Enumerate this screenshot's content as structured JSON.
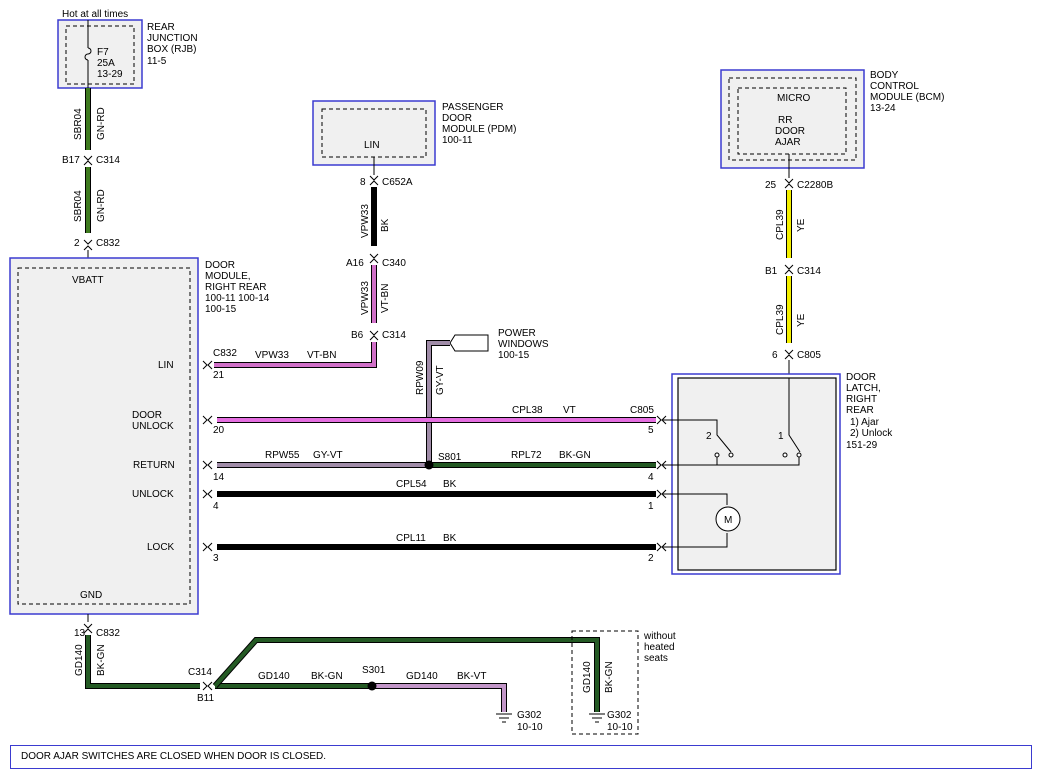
{
  "supply": {
    "label": "Hot at all times"
  },
  "rjb": {
    "line1": "REAR",
    "line2": "JUNCTION",
    "line3": "BOX (RJB)",
    "ref": "11-5",
    "fuse": "F7",
    "amp": "25A",
    "fuse_ref": "13-29"
  },
  "pdm": {
    "line1": "PASSENGER",
    "line2": "DOOR",
    "line3": "MODULE (PDM)",
    "ref": "100-11",
    "pin": "LIN"
  },
  "bcm": {
    "line1": "BODY",
    "line2": "CONTROL",
    "line3": "MODULE (BCM)",
    "ref": "13-24",
    "micro": "MICRO",
    "in1": "RR",
    "in2": "DOOR",
    "in3": "AJAR"
  },
  "drm": {
    "line1": "DOOR",
    "line2": "MODULE,",
    "line3": "RIGHT REAR",
    "ref1": "100-11  100-14",
    "ref2": "100-15",
    "vbatt": "VBATT",
    "gnd": "GND",
    "lin": "LIN",
    "unlock_a": "DOOR",
    "unlock_b": "UNLOCK",
    "ret": "RETURN",
    "unlock": "UNLOCK",
    "lock": "LOCK"
  },
  "latch": {
    "line1": "DOOR",
    "line2": "LATCH,",
    "line3": "RIGHT",
    "line4": "REAR",
    "note1": "1) Ajar",
    "note2": "2) Unlock",
    "ref": "151-29",
    "sw2": "2",
    "sw1": "1",
    "motor": "M"
  },
  "pw": {
    "line1": "POWER",
    "line2": "WINDOWS",
    "ref": "100-15"
  },
  "wires": {
    "sbr04": "SBR04",
    "gnrd": "GN-RD",
    "vpw33": "VPW33",
    "bk": "BK",
    "vtbn": "VT-BN",
    "cpl39": "CPL39",
    "ye": "YE",
    "rpw09": "RPW09",
    "gyvt": "GY-VT",
    "cpl38": "CPL38",
    "vt": "VT",
    "rpw55": "RPW55",
    "rpl72": "RPL72",
    "bkgn": "BK-GN",
    "cpl54": "CPL54",
    "cpl11": "CPL11",
    "gd140": "GD140",
    "bkvt": "BK-VT"
  },
  "conn": {
    "b17": "B17",
    "c314": "C314",
    "p2": "2",
    "c832": "C832",
    "p8": "8",
    "c652a": "C652A",
    "a16": "A16",
    "c340": "C340",
    "b6": "B6",
    "p25": "25",
    "c2280b": "C2280B",
    "b1": "B1",
    "p6": "6",
    "c805": "C805",
    "p21": "21",
    "p20": "20",
    "p14": "14",
    "p4": "4",
    "p3": "3",
    "p5": "5",
    "p1": "1",
    "p13": "13",
    "b11": "B11",
    "s801": "S801",
    "s301": "S301",
    "g302": "G302",
    "g_ref": "10-10"
  },
  "heated": {
    "line1": "without",
    "line2": "heated",
    "line3": "seats"
  },
  "footer": {
    "note": "DOOR AJAR SWITCHES ARE CLOSED WHEN DOOR IS CLOSED."
  }
}
